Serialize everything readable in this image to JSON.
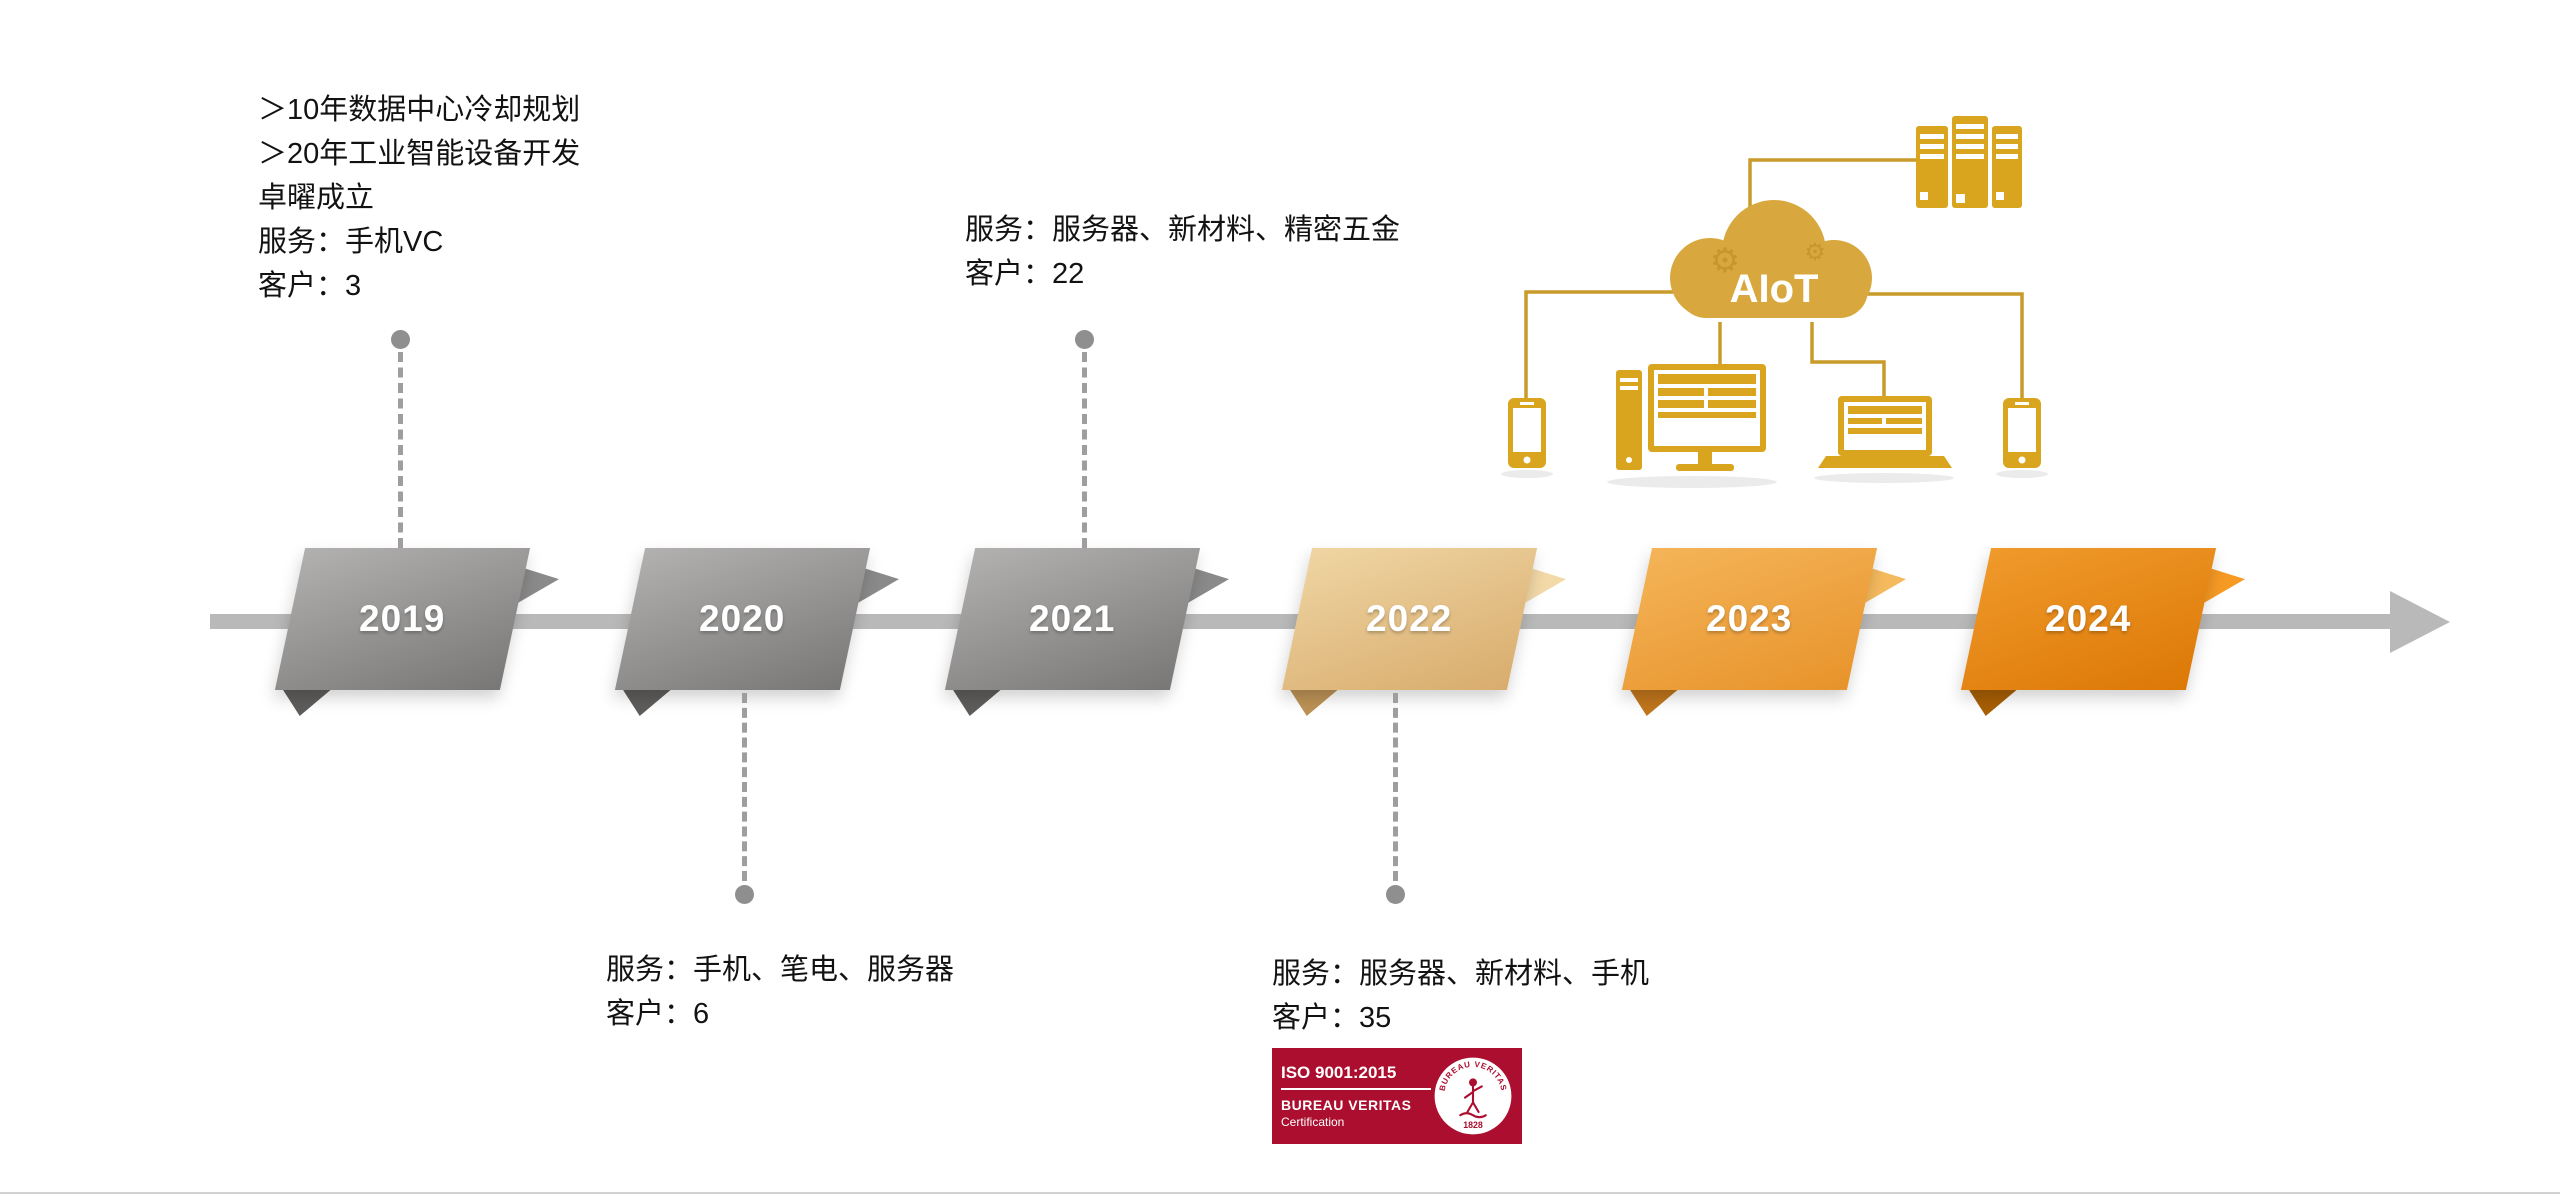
{
  "page": {
    "background": "#ffffff"
  },
  "timeline": {
    "arrow_color": "#b9b9b9",
    "years": [
      {
        "label": "2019",
        "theme": "gray",
        "color": "#8f8f8e"
      },
      {
        "label": "2020",
        "theme": "gray",
        "color": "#8f8f8e"
      },
      {
        "label": "2021",
        "theme": "gray",
        "color": "#8f8f8e"
      },
      {
        "label": "2022",
        "theme": "tan",
        "color": "#e2bf87"
      },
      {
        "label": "2023",
        "theme": "orange",
        "color": "#eea13c"
      },
      {
        "label": "2024",
        "theme": "deep-orange",
        "color": "#e3830f"
      }
    ]
  },
  "callouts": {
    "y2019": {
      "position": "above",
      "lines": [
        "＞10年数据中心冷却规划",
        "＞20年工业智能设备开发",
        "卓曜成立",
        "服务：手机VC",
        "客户：3"
      ]
    },
    "y2021": {
      "position": "above",
      "lines": [
        "服务：服务器、新材料、精密五金",
        "客户：22"
      ]
    },
    "y2020": {
      "position": "below",
      "lines": [
        "服务：手机、笔电、服务器",
        "客户：6"
      ]
    },
    "y2022": {
      "position": "below",
      "lines": [
        "服务：服务器、新材料、手机",
        "客户：35"
      ]
    }
  },
  "aiot": {
    "cloud_label": "AIoT",
    "accent_color": "#d9a41e"
  },
  "certification": {
    "iso_line": "ISO 9001:2015",
    "org_line": "BUREAU VERITAS",
    "sub_line": "Certification",
    "seal_top": "BUREAU VERITAS",
    "seal_bottom": "1828",
    "badge_color": "#ab0e2e"
  }
}
